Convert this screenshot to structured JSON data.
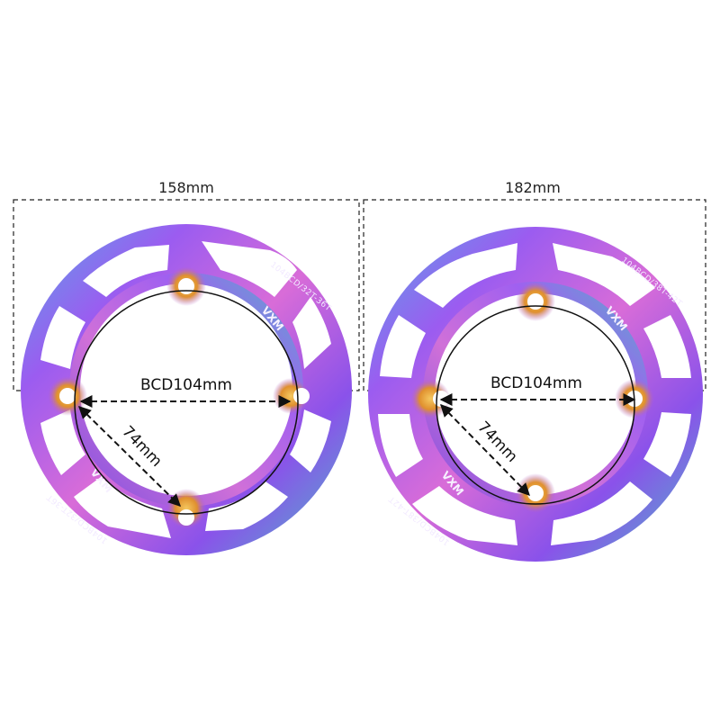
{
  "guards": [
    {
      "width_label": "158mm",
      "bcd_label": "BCD104mm",
      "bolt_label": "74mm",
      "engraving_top": "104BCD/32T-36T",
      "engraving_bottom": "104BCD/32T-36T",
      "logo": "VXM"
    },
    {
      "width_label": "182mm",
      "bcd_label": "BCD104mm",
      "bolt_label": "74mm",
      "engraving_top": "104BCD/38T-42T",
      "engraving_bottom": "104BCD/38T-42T",
      "logo": "VXM"
    }
  ],
  "colors": {
    "purple": "#9b5cf0",
    "violet": "#7a4fe0",
    "pink": "#d86cd8",
    "gold": "#e8b04a",
    "teal": "#4fb8c8",
    "line": "#111111",
    "dash": "#222222"
  }
}
